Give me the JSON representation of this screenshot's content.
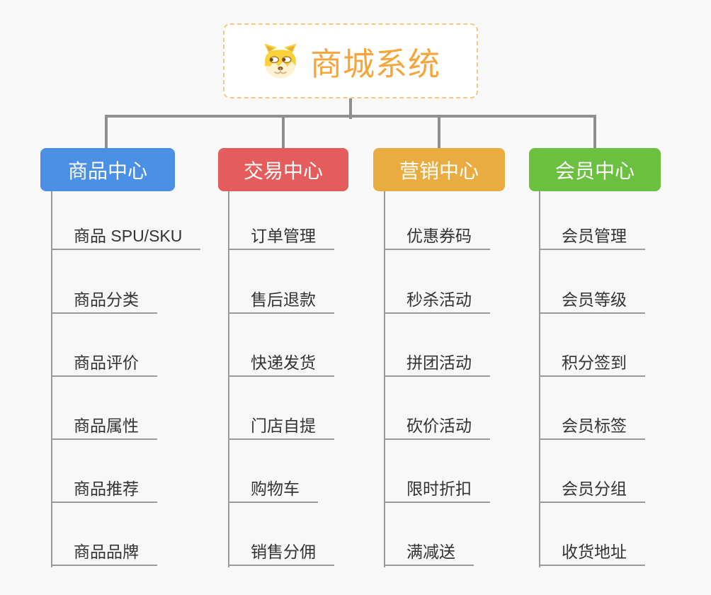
{
  "root": {
    "title": "商城系统",
    "icon": "dog-face-icon"
  },
  "branches": [
    {
      "label": "商品中心",
      "color": "#4a90e5",
      "items": [
        "商品 SPU/SKU",
        "商品分类",
        "商品评价",
        "商品属性",
        "商品推荐",
        "商品品牌"
      ]
    },
    {
      "label": "交易中心",
      "color": "#e45c5c",
      "items": [
        "订单管理",
        "售后退款",
        "快递发货",
        "门店自提",
        "购物车",
        "销售分佣"
      ]
    },
    {
      "label": "营销中心",
      "color": "#eaac40",
      "items": [
        "优惠券码",
        "秒杀活动",
        "拼团活动",
        "砍价活动",
        "限时折扣",
        "满减送"
      ]
    },
    {
      "label": "会员中心",
      "color": "#6bc13f",
      "items": [
        "会员管理",
        "会员等级",
        "积分签到",
        "会员标签",
        "会员分组",
        "收货地址"
      ]
    }
  ],
  "colors": {
    "background": "#f8f8f8",
    "root_accent": "#f5a53c",
    "root_border": "#f2c983",
    "connector": "#8f8f8f",
    "leaf_line": "#9a9a9a",
    "leaf_text": "#333333"
  }
}
